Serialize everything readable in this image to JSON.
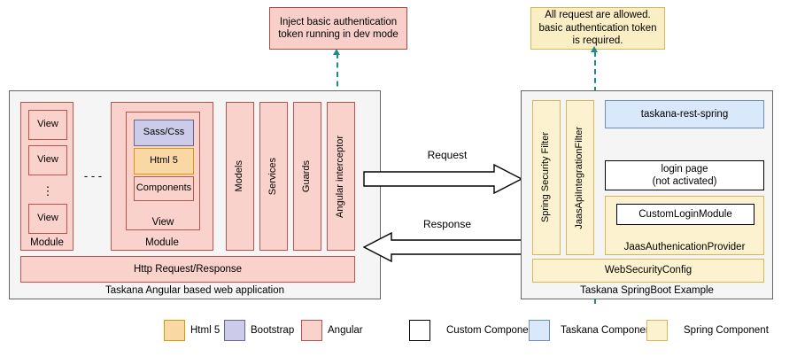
{
  "notes": {
    "angular_note": "Inject basic authentication token running in dev mode",
    "spring_note": "All request are allowed. basic authentication token is required."
  },
  "left_panel": {
    "caption": "Taskana Angular based web application",
    "module_a": {
      "label": "Module",
      "views": [
        "View",
        "View",
        "View"
      ],
      "ellipsis_vertical": "⋮"
    },
    "ellipsis_horizontal": "- - -",
    "module_b": {
      "label": "Module",
      "view_label": "View",
      "items": [
        {
          "label": "Sass/Css",
          "kind": "bootstrap"
        },
        {
          "label": "Html 5",
          "kind": "html5"
        },
        {
          "label": "Components",
          "kind": "angular"
        }
      ]
    },
    "columns": [
      "Models",
      "Services",
      "Guards",
      "Angular interceptor"
    ],
    "http_bar": "Http Request/Response"
  },
  "center": {
    "request_label": "Request",
    "response_label": "Response"
  },
  "right_panel": {
    "caption": "Taskana SpringBoot Example",
    "filters": [
      "Spring Security Filter",
      "JaasApiIntegrationFilter"
    ],
    "rest_spring": "taskana-rest-spring",
    "login_page_line1": "login page",
    "login_page_line2": "(not activated)",
    "auth_provider": {
      "inner_label": "CustomLoginModule",
      "label": "JaasAuthenicationProvider"
    },
    "web_security_config": "WebSecurityConfig"
  },
  "legend": {
    "left": [
      {
        "label": "Html 5",
        "kind": "html5"
      },
      {
        "label": "Bootstrap",
        "kind": "bootstrap"
      },
      {
        "label": "Angular",
        "kind": "angular"
      }
    ],
    "right": [
      {
        "label": "Custom Component",
        "kind": "custom"
      },
      {
        "label": "Taskana Component",
        "kind": "taskana"
      },
      {
        "label": "Spring Component",
        "kind": "spring"
      }
    ]
  },
  "colors": {
    "angular_fill": "#f9d2cc",
    "angular_stroke": "#b85450",
    "bootstrap_fill": "#ccccea",
    "bootstrap_stroke": "#666699",
    "html5_fill": "#fad8a3",
    "html5_stroke": "#d79b00",
    "spring_fill": "#fdf2cf",
    "spring_stroke": "#d6b656",
    "taskana_fill": "#dae8fc",
    "taskana_stroke": "#6c8ebf",
    "custom_fill": "#ffffff",
    "custom_stroke": "#000000",
    "panel_fill": "#f5f5f5",
    "panel_stroke": "#666666",
    "connector": "#1f8a8a"
  }
}
